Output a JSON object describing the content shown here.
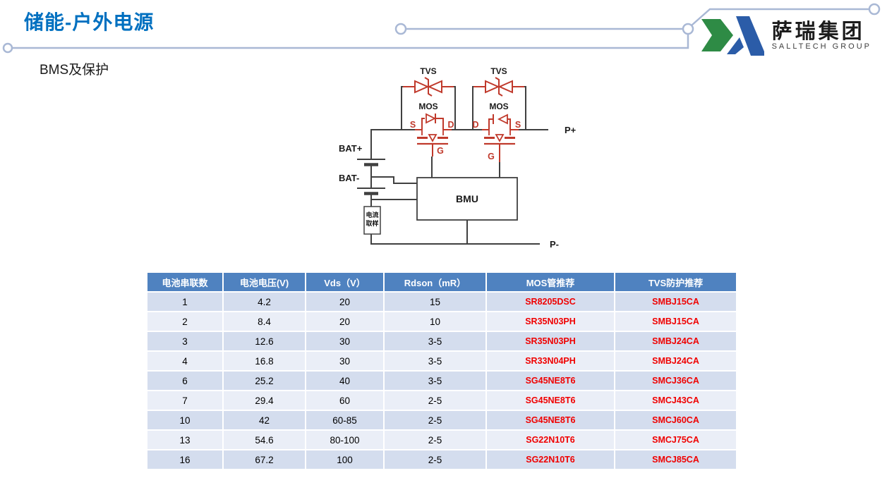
{
  "slide": {
    "title": "储能-户外电源",
    "subtitle": "BMS及保护",
    "title_color": "#0070C0",
    "decor_line_color": "#A9B8D5"
  },
  "logo": {
    "company_cn": "萨瑞集团",
    "company_en": "SALLTECH GROUP",
    "mark_green": "#2E8B45",
    "mark_blue": "#2B5CA8"
  },
  "diagram": {
    "wire_color": "#404040",
    "component_color": "#C0392B",
    "labels": {
      "tvs": "TVS",
      "mos": "MOS",
      "s": "S",
      "d": "D",
      "g": "G",
      "bat_plus": "BAT+",
      "bat_minus": "BAT-",
      "bmu": "BMU",
      "sample_line1": "电流",
      "sample_line2": "取样",
      "p_plus": "P+",
      "p_minus": "P-"
    }
  },
  "table": {
    "header_bg": "#4F82C0",
    "row_bg_dark": "#D4DDEE",
    "row_bg_light": "#EAEEF7",
    "part_color": "#F00000",
    "columns": [
      "电池串联数",
      "电池电压(V)",
      "Vds（V）",
      "Rdson（mR）",
      "MOS管推荐",
      "TVS防护推荐"
    ],
    "rows": [
      [
        "1",
        "4.2",
        "20",
        "15",
        "SR8205DSC",
        "SMBJ15CA"
      ],
      [
        "2",
        "8.4",
        "20",
        "10",
        "SR35N03PH",
        "SMBJ15CA"
      ],
      [
        "3",
        "12.6",
        "30",
        "3-5",
        "SR35N03PH",
        "SMBJ24CA"
      ],
      [
        "4",
        "16.8",
        "30",
        "3-5",
        "SR33N04PH",
        "SMBJ24CA"
      ],
      [
        "6",
        "25.2",
        "40",
        "3-5",
        "SG45NE8T6",
        "SMCJ36CA"
      ],
      [
        "7",
        "29.4",
        "60",
        "2-5",
        "SG45NE8T6",
        "SMCJ43CA"
      ],
      [
        "10",
        "42",
        "60-85",
        "2-5",
        "SG45NE8T6",
        "SMCJ60CA"
      ],
      [
        "13",
        "54.6",
        "80-100",
        "2-5",
        "SG22N10T6",
        "SMCJ75CA"
      ],
      [
        "16",
        "67.2",
        "100",
        "2-5",
        "SG22N10T6",
        "SMCJ85CA"
      ]
    ]
  }
}
